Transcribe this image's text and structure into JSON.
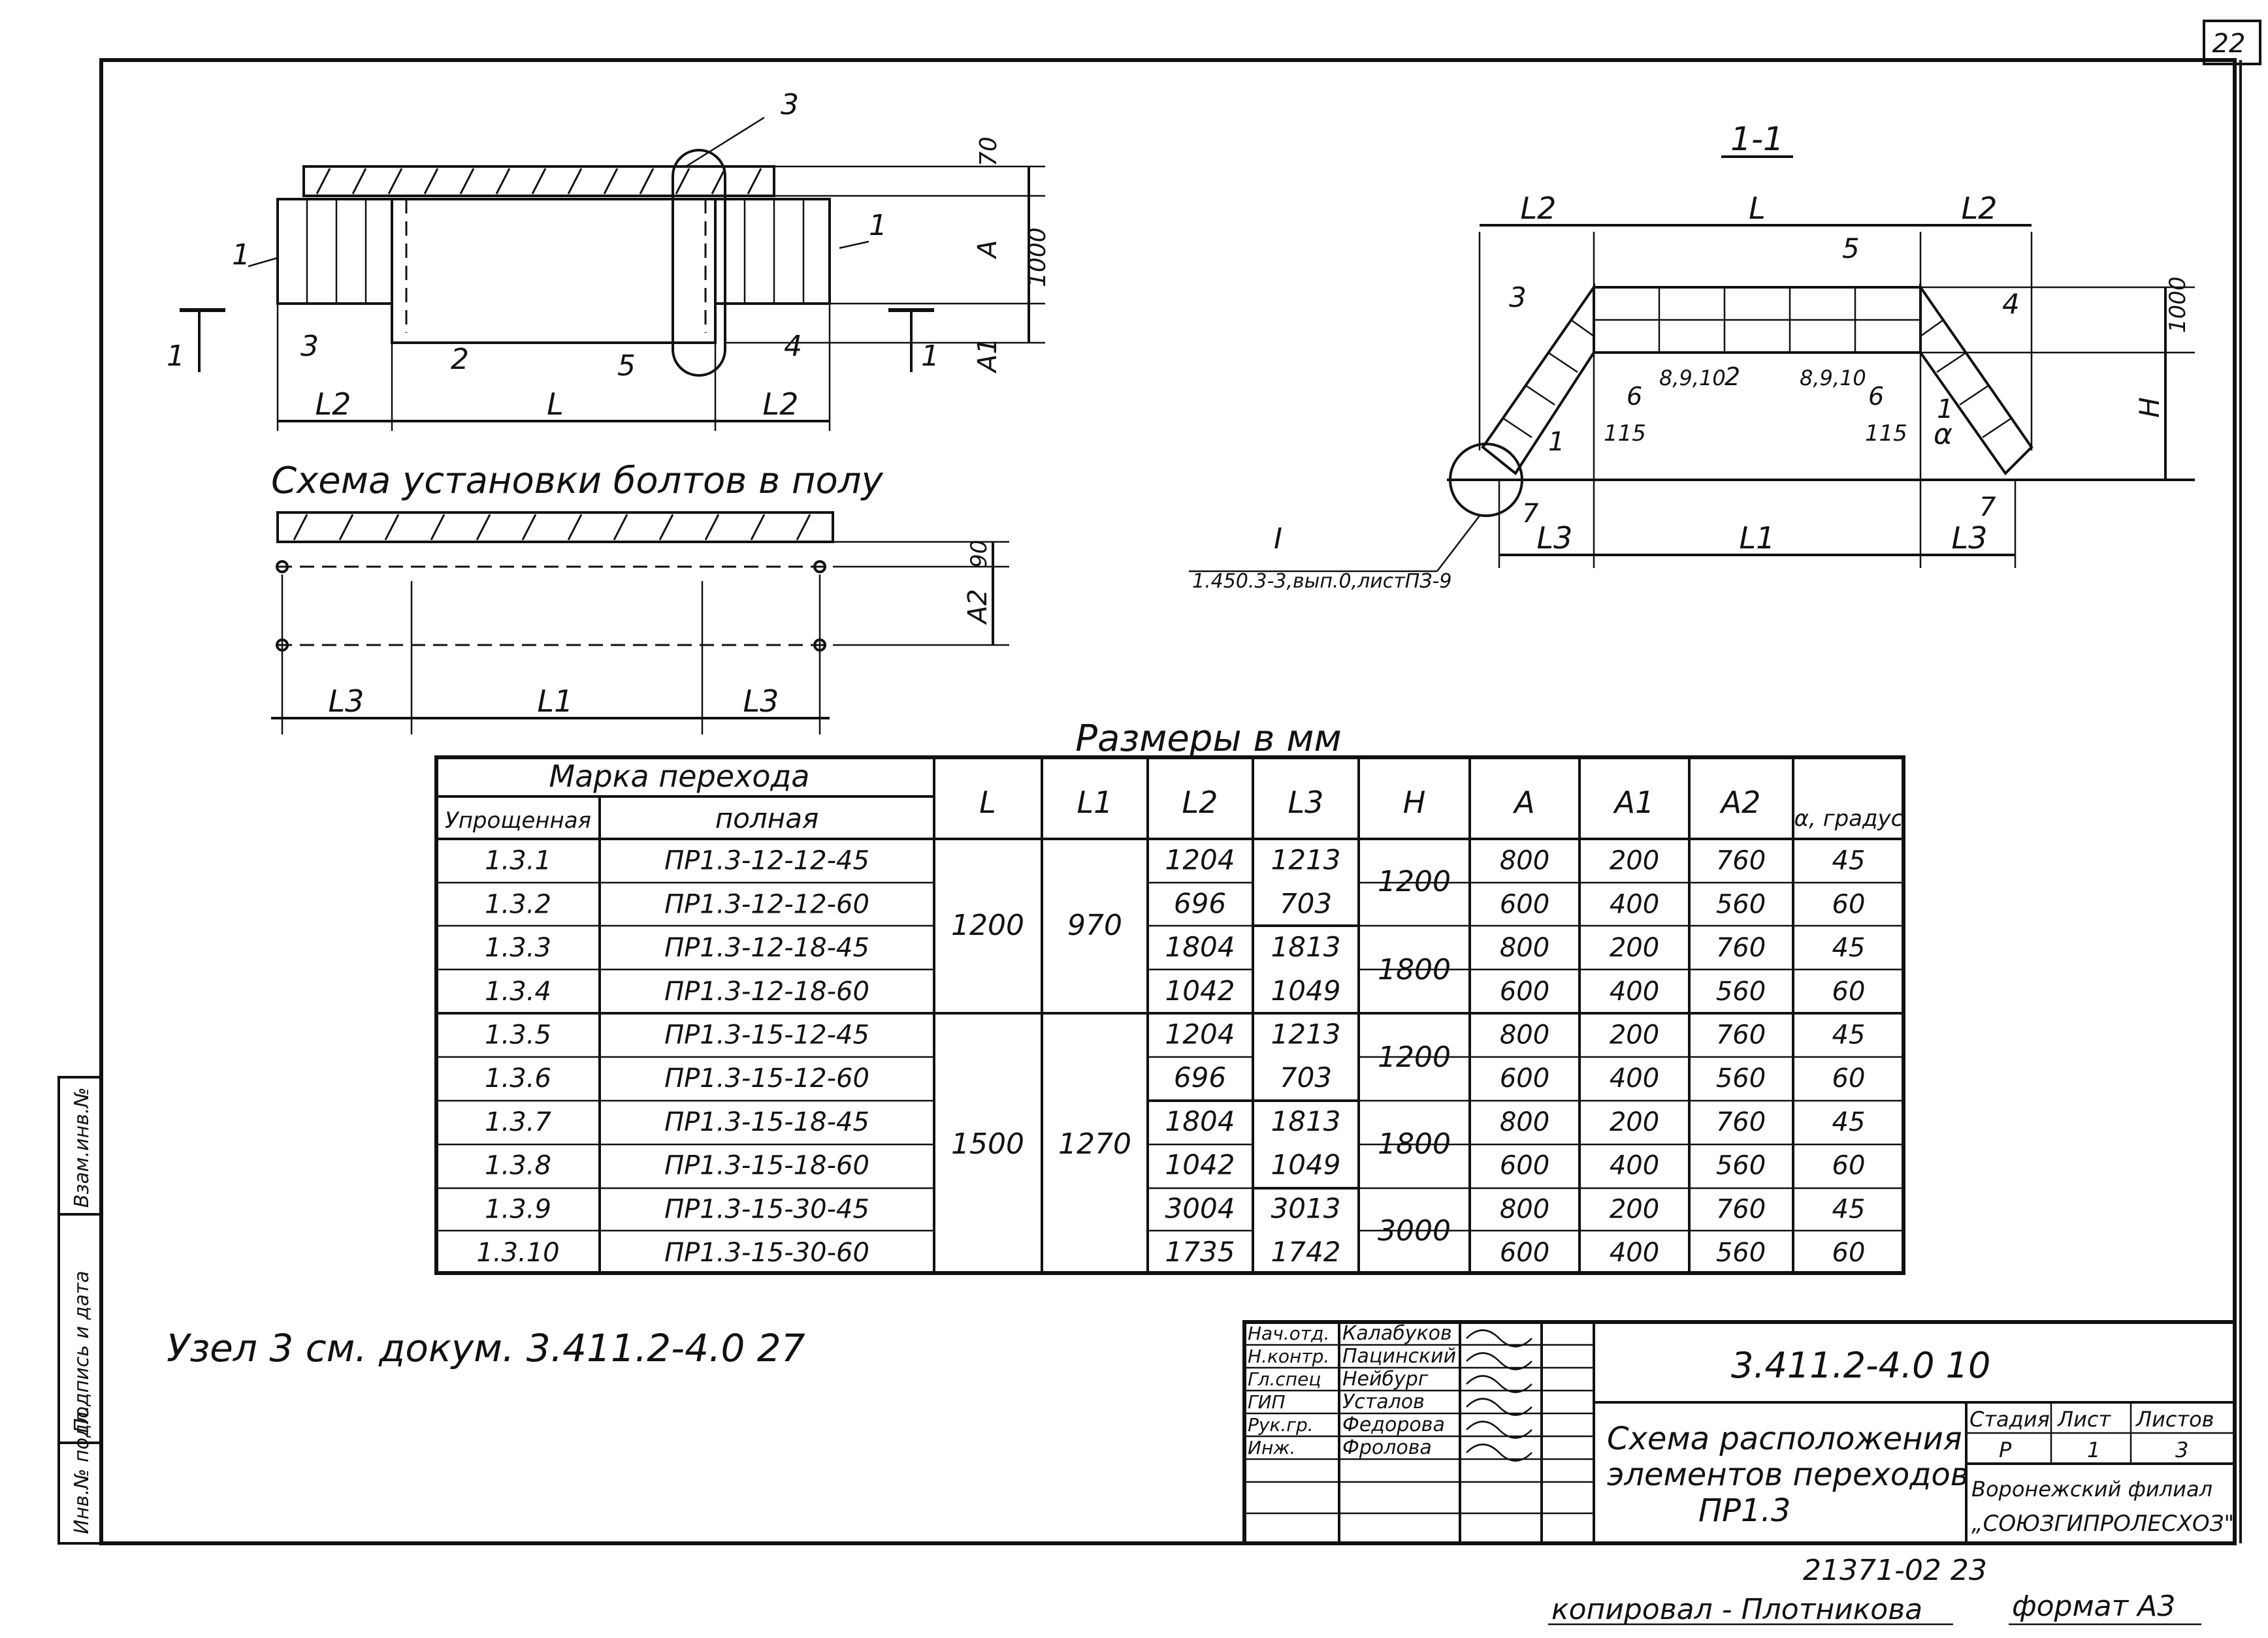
{
  "sheet_number": "22",
  "section_label": "1-1",
  "bolt_scheme_title": "Схема установки болтов в полу",
  "dims_title": "Размеры в мм",
  "node_note": "Узел 3 см. докум. 3.411.2-4.0 27",
  "plan_labels": {
    "l": "L",
    "l2": "L2",
    "l1": "L1",
    "l3": "L3",
    "a": "A",
    "a1": "A1",
    "a2": "A2",
    "d70": "70",
    "d1000": "1000",
    "d90": "90",
    "p1": "1",
    "p2": "2",
    "p3": "3",
    "p4": "4",
    "p5": "5"
  },
  "section_labels": {
    "l": "L",
    "l2": "L2",
    "l1": "L1",
    "l3": "L3",
    "h": "H",
    "d1000": "1000",
    "alpha": "α",
    "p1": "1",
    "p2": "2",
    "p3": "3",
    "p4": "4",
    "p5": "5",
    "p6": "6",
    "p7": "7",
    "p8910": "8,9,10",
    "d115": "115",
    "node": "I",
    "ref": "1.450.3-3,вып.0,листПЗ-9"
  },
  "table": {
    "group_header": "Марка перехода",
    "sub_headers": [
      "Упрощенная",
      "полная"
    ],
    "col_headers": [
      "L",
      "L1",
      "L2",
      "L3",
      "H",
      "A",
      "A1",
      "A2",
      "α, градус"
    ],
    "rows": [
      {
        "s": "1.3.1",
        "f": "ПР1.3-12-12-45",
        "l2": "1204",
        "l3": "1213",
        "a": "800",
        "a1": "200",
        "a2": "760",
        "al": "45"
      },
      {
        "s": "1.3.2",
        "f": "ПР1.3-12-12-60",
        "l2": "696",
        "l3": "703",
        "a": "600",
        "a1": "400",
        "a2": "560",
        "al": "60"
      },
      {
        "s": "1.3.3",
        "f": "ПР1.3-12-18-45",
        "l2": "1804",
        "l3": "1813",
        "a": "800",
        "a1": "200",
        "a2": "760",
        "al": "45"
      },
      {
        "s": "1.3.4",
        "f": "ПР1.3-12-18-60",
        "l2": "1042",
        "l3": "1049",
        "a": "600",
        "a1": "400",
        "a2": "560",
        "al": "60"
      },
      {
        "s": "1.3.5",
        "f": "ПР1.3-15-12-45",
        "l2": "1204",
        "l3": "1213",
        "a": "800",
        "a1": "200",
        "a2": "760",
        "al": "45"
      },
      {
        "s": "1.3.6",
        "f": "ПР1.3-15-12-60",
        "l2": "696",
        "l3": "703",
        "a": "600",
        "a1": "400",
        "a2": "560",
        "al": "60"
      },
      {
        "s": "1.3.7",
        "f": "ПР1.3-15-18-45",
        "l2": "1804",
        "l3": "1813",
        "a": "800",
        "a1": "200",
        "a2": "760",
        "al": "45"
      },
      {
        "s": "1.3.8",
        "f": "ПР1.3-15-18-60",
        "l2": "1042",
        "l3": "1049",
        "a": "600",
        "a1": "400",
        "a2": "560",
        "al": "60"
      },
      {
        "s": "1.3.9",
        "f": "ПР1.3-15-30-45",
        "l2": "3004",
        "l3": "3013",
        "a": "800",
        "a1": "200",
        "a2": "760",
        "al": "45"
      },
      {
        "s": "1.3.10",
        "f": "ПР1.3-15-30-60",
        "l2": "1735",
        "l3": "1742",
        "a": "600",
        "a1": "400",
        "a2": "560",
        "al": "60"
      }
    ],
    "merged": {
      "l_a": "1200",
      "l1_a": "970",
      "l_b": "1500",
      "l1_b": "1270",
      "h": [
        "1200",
        "1800",
        "1200",
        "1800",
        "3000"
      ]
    }
  },
  "side_stamp": [
    "Инв.№ подл.",
    "Подпись и дата",
    "Взам.инв.№"
  ],
  "title_block": {
    "roles": [
      "Нач.отд.",
      "Н.контр.",
      "Гл.спец",
      "ГИП",
      "Рук.гр.",
      "Инж."
    ],
    "names": [
      "Калабуков",
      "Пацинский",
      "Нейбург",
      "Усталов",
      "Федорова",
      "Фролова"
    ],
    "doc_code": "3.411.2-4.0 10",
    "title_lines": [
      "Схема расположения",
      "элементов переходов",
      "ПР1.3"
    ],
    "stage_headers": [
      "Стадия",
      "Лист",
      "Листов"
    ],
    "stage_values": [
      "Р",
      "1",
      "3"
    ],
    "org_lines": [
      "Воронежский филиал",
      "„СОЮЗГИПРОЛЕСХОЗ\""
    ]
  },
  "bottom_code": "21371-02 23",
  "copied_by": "копировал - Плотникова",
  "format": "формат А3"
}
